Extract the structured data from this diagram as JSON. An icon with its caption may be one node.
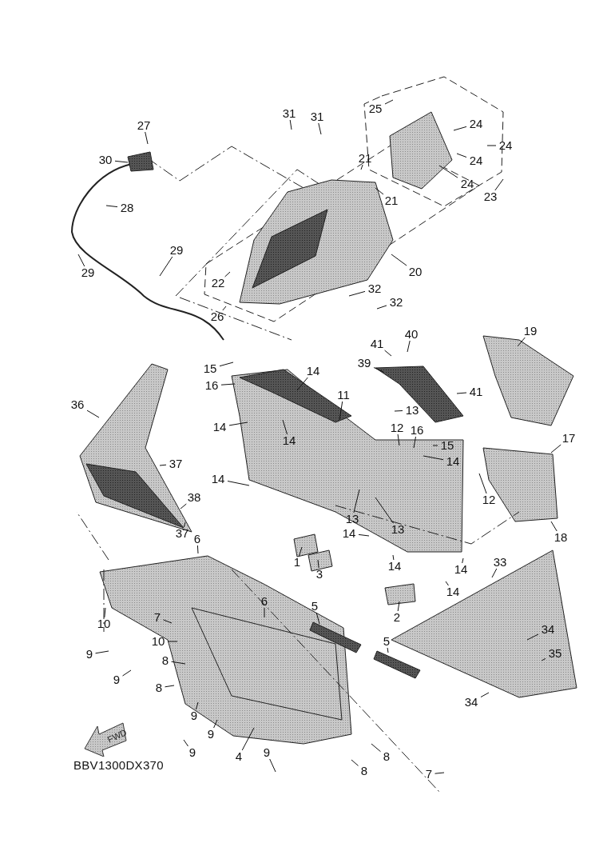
{
  "diagram": {
    "nodes": [
      {
        "text": [
          "31"
        ]
      },
      {
        "text": [
          "25"
        ]
      },
      {
        "text": [
          "31"
        ]
      },
      {
        "text": [
          "27"
        ]
      },
      {
        "text": [
          "24"
        ]
      },
      {
        "text": [
          "24"
        ]
      },
      {
        "text": [
          "30"
        ]
      },
      {
        "text": [
          "21"
        ]
      },
      {
        "text": [
          "24"
        ]
      },
      {
        "text": [
          "24"
        ]
      },
      {
        "text": [
          "23"
        ]
      },
      {
        "text": [
          "21"
        ]
      },
      {
        "text": [
          "28"
        ]
      },
      {
        "text": [
          "29"
        ]
      },
      {
        "text": [
          "22"
        ]
      },
      {
        "text": [
          "20"
        ]
      },
      {
        "text": [
          "29"
        ]
      },
      {
        "text": [
          "32"
        ]
      },
      {
        "text": [
          "32"
        ]
      },
      {
        "text": [
          "26"
        ]
      },
      {
        "text": [
          "19"
        ]
      },
      {
        "text": [
          "40"
        ]
      },
      {
        "text": [
          "41"
        ]
      },
      {
        "text": [
          "39"
        ]
      },
      {
        "text": [
          "15"
        ]
      },
      {
        "text": [
          "14"
        ]
      },
      {
        "text": [
          "16"
        ]
      },
      {
        "text": [
          "41"
        ]
      },
      {
        "text": [
          "11"
        ]
      },
      {
        "text": [
          "36"
        ]
      },
      {
        "text": [
          "13"
        ]
      },
      {
        "text": [
          "14"
        ]
      },
      {
        "text": [
          "12"
        ]
      },
      {
        "text": [
          "16"
        ]
      },
      {
        "text": [
          "14"
        ]
      },
      {
        "text": [
          "15"
        ]
      },
      {
        "text": [
          "17"
        ]
      },
      {
        "text": [
          "14"
        ]
      },
      {
        "text": [
          "37"
        ]
      },
      {
        "text": [
          "14"
        ]
      },
      {
        "text": [
          "12"
        ]
      },
      {
        "text": [
          "38"
        ]
      },
      {
        "text": [
          "13"
        ]
      },
      {
        "text": [
          "14"
        ]
      },
      {
        "text": [
          "13"
        ]
      },
      {
        "text": [
          "37"
        ]
      },
      {
        "text": [
          "6"
        ]
      },
      {
        "text": [
          "18"
        ]
      },
      {
        "text": [
          "1"
        ]
      },
      {
        "text": [
          "33"
        ]
      },
      {
        "text": [
          "14"
        ]
      },
      {
        "text": [
          "14"
        ]
      },
      {
        "text": [
          "3"
        ]
      },
      {
        "text": [
          "14"
        ]
      },
      {
        "text": [
          "6"
        ]
      },
      {
        "text": [
          "5"
        ]
      },
      {
        "text": [
          "2"
        ]
      },
      {
        "text": [
          "7"
        ]
      },
      {
        "text": [
          "10"
        ]
      },
      {
        "text": [
          "34"
        ]
      },
      {
        "text": [
          "10"
        ]
      },
      {
        "text": [
          "5"
        ]
      },
      {
        "text": [
          "35"
        ]
      },
      {
        "text": [
          "9"
        ]
      },
      {
        "text": [
          "8"
        ]
      },
      {
        "text": [
          "9"
        ]
      },
      {
        "text": [
          "8"
        ]
      },
      {
        "text": [
          "34"
        ]
      },
      {
        "text": [
          "9"
        ]
      },
      {
        "text": [
          "9"
        ]
      },
      {
        "text": [
          "9"
        ]
      },
      {
        "text": [
          "4"
        ]
      },
      {
        "text": [
          "9"
        ]
      },
      {
        "text": [
          "8"
        ]
      },
      {
        "text": [
          "8"
        ]
      },
      {
        "text": [
          "7"
        ]
      }
    ],
    "edges": [
      {
        "from": 0,
        "to": null,
        "arrow": "none"
      },
      {
        "from": 1,
        "to": null,
        "arrow": "none"
      },
      {
        "from": 2,
        "to": null,
        "arrow": "none"
      },
      {
        "from": 3,
        "to": null,
        "arrow": "none"
      },
      {
        "from": 4,
        "to": null,
        "arrow": "none"
      },
      {
        "from": 5,
        "to": null,
        "arrow": "none"
      },
      {
        "from": 6,
        "to": null,
        "arrow": "none"
      },
      {
        "from": 7,
        "to": null,
        "arrow": "none"
      },
      {
        "from": 8,
        "to": null,
        "arrow": "none"
      },
      {
        "from": 9,
        "to": null,
        "arrow": "none"
      },
      {
        "from": 10,
        "to": null,
        "arrow": "none"
      },
      {
        "from": 11,
        "to": null,
        "arrow": "none"
      },
      {
        "from": 12,
        "to": null,
        "arrow": "none"
      },
      {
        "from": 13,
        "to": null,
        "arrow": "none"
      },
      {
        "from": 14,
        "to": null,
        "arrow": "none"
      },
      {
        "from": 15,
        "to": null,
        "arrow": "none"
      },
      {
        "from": 16,
        "to": null,
        "arrow": "none"
      },
      {
        "from": 17,
        "to": null,
        "arrow": "none"
      },
      {
        "from": 18,
        "to": null,
        "arrow": "none"
      },
      {
        "from": 19,
        "to": null,
        "arrow": "none"
      },
      {
        "from": 20,
        "to": null,
        "arrow": "none"
      },
      {
        "from": 21,
        "to": null,
        "arrow": "none"
      },
      {
        "from": 22,
        "to": null,
        "arrow": "none"
      },
      {
        "from": 23,
        "to": null,
        "arrow": "none"
      },
      {
        "from": 24,
        "to": null,
        "arrow": "none"
      },
      {
        "from": 25,
        "to": null,
        "arrow": "none"
      },
      {
        "from": 26,
        "to": null,
        "arrow": "none"
      },
      {
        "from": 27,
        "to": null,
        "arrow": "none"
      },
      {
        "from": 28,
        "to": null,
        "arrow": "none"
      },
      {
        "from": 29,
        "to": null,
        "arrow": "none"
      },
      {
        "from": 30,
        "to": null,
        "arrow": "none"
      },
      {
        "from": 31,
        "to": null,
        "arrow": "none"
      },
      {
        "from": 32,
        "to": null,
        "arrow": "none"
      },
      {
        "from": 33,
        "to": null,
        "arrow": "none"
      },
      {
        "from": 34,
        "to": null,
        "arrow": "none"
      },
      {
        "from": 35,
        "to": null,
        "arrow": "none"
      },
      {
        "from": 36,
        "to": null,
        "arrow": "none"
      },
      {
        "from": 37,
        "to": null,
        "arrow": "none"
      },
      {
        "from": 38,
        "to": null,
        "arrow": "none"
      },
      {
        "from": 39,
        "to": null,
        "arrow": "none"
      },
      {
        "from": 40,
        "to": null,
        "arrow": "none"
      },
      {
        "from": 41,
        "to": null,
        "arrow": "none"
      },
      {
        "from": 42,
        "to": null,
        "arrow": "none"
      },
      {
        "from": 43,
        "to": null,
        "arrow": "none"
      },
      {
        "from": 44,
        "to": null,
        "arrow": "none"
      },
      {
        "from": 45,
        "to": null,
        "arrow": "none"
      },
      {
        "from": 46,
        "to": null,
        "arrow": "none"
      },
      {
        "from": 47,
        "to": null,
        "arrow": "none"
      },
      {
        "from": 48,
        "to": null,
        "arrow": "none"
      },
      {
        "from": 49,
        "to": null,
        "arrow": "none"
      },
      {
        "from": 50,
        "to": null,
        "arrow": "none"
      },
      {
        "from": 51,
        "to": null,
        "arrow": "none"
      },
      {
        "from": 52,
        "to": null,
        "arrow": "none"
      },
      {
        "from": 53,
        "to": null,
        "arrow": "none"
      },
      {
        "from": 54,
        "to": null,
        "arrow": "none"
      },
      {
        "from": 55,
        "to": null,
        "arrow": "none"
      },
      {
        "from": 56,
        "to": null,
        "arrow": "none"
      },
      {
        "from": 57,
        "to": null,
        "arrow": "none"
      },
      {
        "from": 58,
        "to": null,
        "arrow": "none"
      },
      {
        "from": 59,
        "to": null,
        "arrow": "none"
      },
      {
        "from": 60,
        "to": null,
        "arrow": "none"
      },
      {
        "from": 61,
        "to": null,
        "arrow": "none"
      },
      {
        "from": 62,
        "to": null,
        "arrow": "none"
      },
      {
        "from": 63,
        "to": null,
        "arrow": "none"
      },
      {
        "from": 64,
        "to": null,
        "arrow": "none"
      },
      {
        "from": 65,
        "to": null,
        "arrow": "none"
      },
      {
        "from": 66,
        "to": null,
        "arrow": "none"
      },
      {
        "from": 67,
        "to": null,
        "arrow": "none"
      },
      {
        "from": 68,
        "to": null,
        "arrow": "none"
      },
      {
        "from": 69,
        "to": null,
        "arrow": "none"
      },
      {
        "from": 70,
        "to": null,
        "arrow": "none"
      },
      {
        "from": 71,
        "to": null,
        "arrow": "none"
      },
      {
        "from": 72,
        "to": null,
        "arrow": "none"
      },
      {
        "from": 73,
        "to": null,
        "arrow": "none"
      },
      {
        "from": 74,
        "to": null,
        "arrow": "none"
      },
      {
        "from": 75,
        "to": null,
        "arrow": "none"
      }
    ],
    "labels": [
      "FWD",
      "BBV1300DX370"
    ]
  }
}
